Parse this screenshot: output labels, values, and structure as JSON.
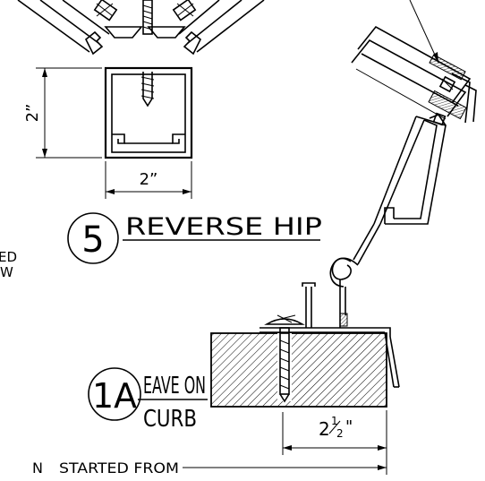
{
  "detail_5": {
    "number": "5",
    "title": "REVERSE HIP"
  },
  "detail_1a": {
    "number": "1A",
    "title_line1": "EAVE ON",
    "title_line2": "CURB"
  },
  "dimensions": {
    "height_2": "2”",
    "width_2": "2”",
    "width_2_5_whole": "2",
    "width_2_5_num": "1",
    "width_2_5_den": "2",
    "width_2_5_unit": "\""
  },
  "notes": {
    "partial_left_1": "ED",
    "partial_left_2": "W",
    "bottom_note": "STARTED FROM",
    "bottom_note_prefix": "N"
  }
}
